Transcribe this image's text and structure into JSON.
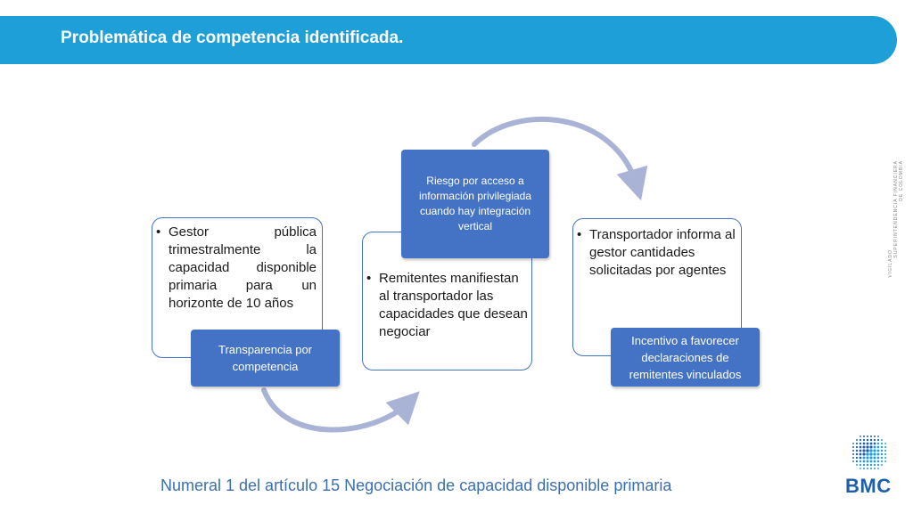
{
  "header": {
    "title": "Problemática de competencia identificada."
  },
  "cards": [
    {
      "bullet": "Gestor pública trimestralmente la capacidad disponible primaria para un horizonte de 10 años",
      "label": "Transparencia por competencia"
    },
    {
      "bullet": "Remitentes manifiestan al transportador las capacidades que desean negociar",
      "label": "Riesgo por acceso a información privilegiada cuando hay integración vertical"
    },
    {
      "bullet": "Transportador informa al gestor cantidades solicitadas por agentes",
      "label": "Incentivo a favorecer declaraciones de remitentes vinculados"
    }
  ],
  "footer": {
    "text": "Numeral 1 del artículo 15 Negociación de capacidad disponible primaria"
  },
  "side_text": {
    "vigilado": "VIGILADO",
    "superintendencia": "SUPERINTENDENCIA FINANCIERA",
    "de_colombia": "DE COLOMBIA"
  },
  "logo": {
    "name": "BMC"
  },
  "colors": {
    "header": "#1f9fd8",
    "box": "#4472c4",
    "arrow": "#a9b3d6",
    "footer": "#3a6fb0",
    "logo": "#1f5fa8"
  },
  "icons": {
    "logo_mark": "dotted-sphere-icon"
  }
}
